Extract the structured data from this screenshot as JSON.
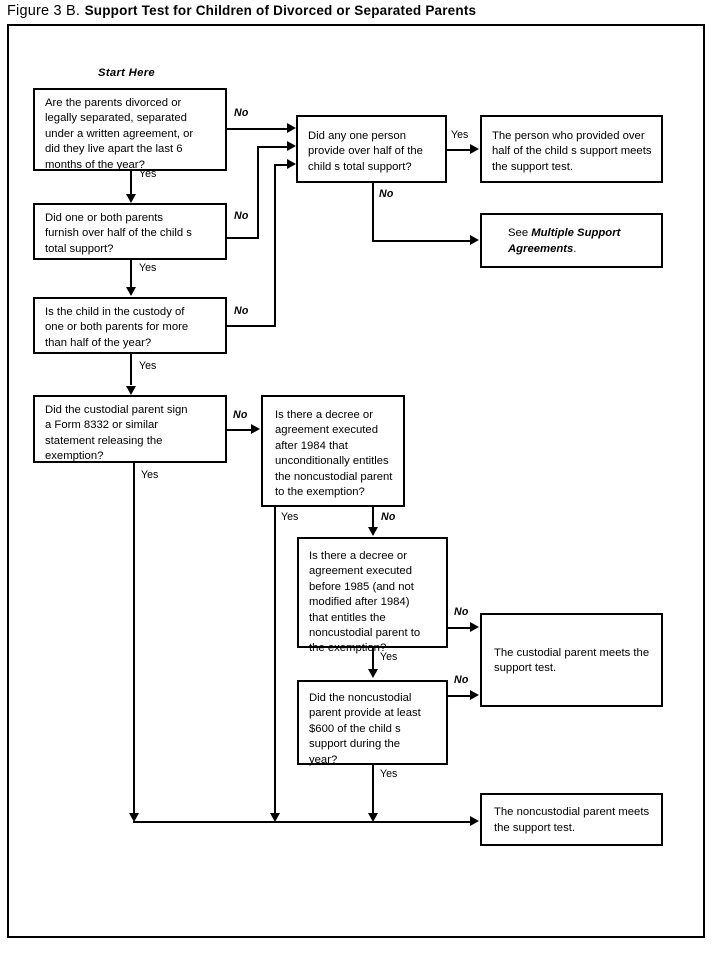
{
  "title": {
    "prefix": "Figure 3 B.",
    "main": "Support Test for Children of Divorced or Separated Parents"
  },
  "labels": {
    "start_here": "Start Here",
    "yes": "Yes",
    "no": "No"
  },
  "flowchart": {
    "type": "decision-flowchart",
    "nodes": [
      {
        "id": "q1",
        "kind": "decision",
        "text": "Are the parents divorced or\nlegally separated, separated\nunder a written agreement, or\ndid they live apart the last 6\nmonths of the year?"
      },
      {
        "id": "q2",
        "kind": "decision",
        "text": "Did one or both parents\nfurnish over half of the child  s\ntotal  support?"
      },
      {
        "id": "q3",
        "kind": "decision",
        "text": "Is the child in the custody of\none or both parents for more\nthan half of the  year?"
      },
      {
        "id": "q4",
        "kind": "decision",
        "text": "Did the custodial parent sign\na Form 8332 or similar\nstatement releasing the\nexemption?"
      },
      {
        "id": "q5",
        "kind": "decision",
        "text": "Did any one person\nprovide over half of the\nchild  s total support?"
      },
      {
        "id": "q6",
        "kind": "decision",
        "text": "Is there a decree or\nagreement  executed\nafter 1984 that\nunconditionally  entitles\nthe noncustodial parent\nto the exemption?"
      },
      {
        "id": "q7",
        "kind": "decision",
        "text": "Is there a decree or\nagreement executed\nbefore 1985 (and not\nmodified after 1984)\nthat entitles the\nnoncustodial parent  to\nthe  exemption?"
      },
      {
        "id": "q8",
        "kind": "decision",
        "text": "Did the noncustodial\nparent provide at least\n$600 of the child  s\nsupport  during the\nyear?"
      },
      {
        "id": "r1",
        "kind": "outcome",
        "text": "The person who provided over\nhalf of the child  s support meets\nthe support test."
      },
      {
        "id": "r2",
        "kind": "outcome",
        "text_before": "See ",
        "text_ref": "Multiple Support\nAgreements",
        "text_after": "."
      },
      {
        "id": "r3",
        "kind": "outcome",
        "text": "The custodial parent meets the\nsupport test."
      },
      {
        "id": "r4",
        "kind": "outcome",
        "text": "The noncustodial parent meets\nthe support test."
      }
    ],
    "edges": [
      {
        "from": "q1",
        "to": "q5",
        "label": "No"
      },
      {
        "from": "q1",
        "to": "q2",
        "label": "Yes"
      },
      {
        "from": "q2",
        "to": "q5",
        "label": "No"
      },
      {
        "from": "q2",
        "to": "q3",
        "label": "Yes"
      },
      {
        "from": "q3",
        "to": "q5",
        "label": "No"
      },
      {
        "from": "q3",
        "to": "q4",
        "label": "Yes"
      },
      {
        "from": "q4",
        "to": "q6",
        "label": "No"
      },
      {
        "from": "q4",
        "to": "r4",
        "label": "Yes"
      },
      {
        "from": "q5",
        "to": "r1",
        "label": "Yes"
      },
      {
        "from": "q5",
        "to": "r2",
        "label": "No"
      },
      {
        "from": "q6",
        "to": "r4",
        "label": "Yes"
      },
      {
        "from": "q6",
        "to": "q7",
        "label": "No"
      },
      {
        "from": "q7",
        "to": "q8",
        "label": "Yes"
      },
      {
        "from": "q7",
        "to": "r3",
        "label": "No"
      },
      {
        "from": "q8",
        "to": "r4",
        "label": "Yes"
      },
      {
        "from": "q8",
        "to": "r3",
        "label": "No"
      }
    ]
  }
}
